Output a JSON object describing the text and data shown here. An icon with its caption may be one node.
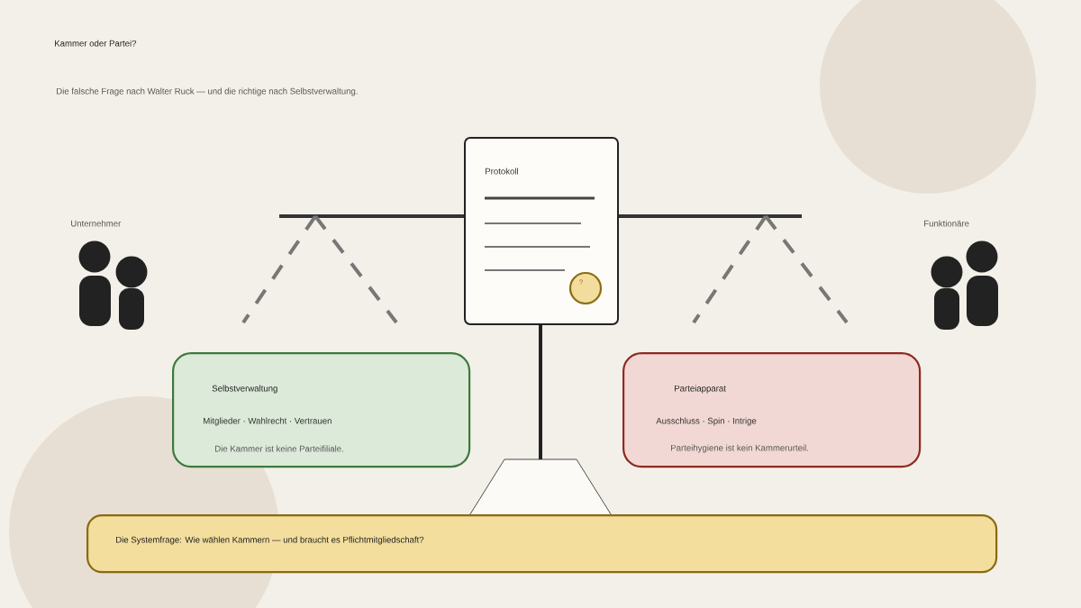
{
  "diagram": {
    "title": "Kammer oder Partei?",
    "nodes": [
      {
        "text": [
          "Protokoll"
        ]
      },
      {
        "text": [
          "?"
        ],
        "in": 0
      },
      {
        "text": [
          "Selbstverwaltung",
          "Mitglieder · Wahlrecht · Vertrauen",
          "Die Kammer ist keine Parteifiliale."
        ]
      },
      {
        "text": [
          "Parteiapparat",
          "Ausschluss · Spin · Intrige",
          "Parteihygiene ist kein Kammerurteil."
        ]
      },
      {
        "text": [
          "Die Systemfrage: Wie wählen Kammern — und braucht es Pflichtmitgliedschaft?"
        ]
      }
    ],
    "labels": [
      "Die falsche Frage nach Walter Ruck — und die richtige nach Selbstverwaltung.",
      "Unternehmer",
      "Funktionäre"
    ]
  }
}
